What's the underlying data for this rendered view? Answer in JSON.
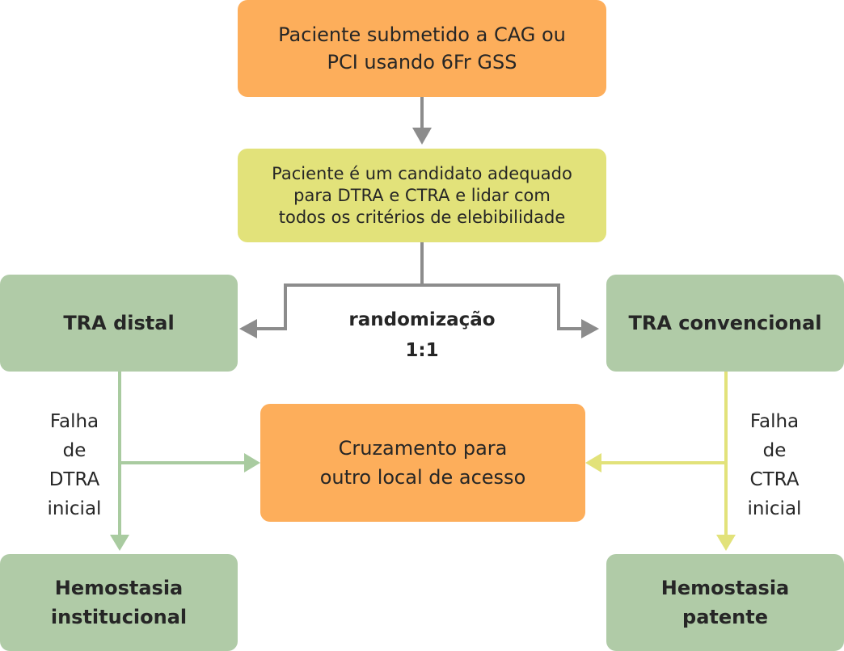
{
  "nodes": {
    "patient_procedure": "Paciente submetido a CAG ou\nPCI usando 6Fr GSS",
    "eligibility": "Paciente é um candidato adequado\npara DTRA e CTRA e lidar com\ntodos os critérios de elebibilidade",
    "distal_tra": "TRA distal",
    "conventional_tra": "TRA convencional",
    "crossover": "Cruzamento para\noutro local de acesso",
    "institutional_hemostasis": "Hemostasia\ninstitucional",
    "patent_hemostasis": "Hemostasia\npatente"
  },
  "labels": {
    "randomization": "randomização\n1:1",
    "dtra_failure": "Falha\nde\nDTRA\ninicial",
    "ctra_failure": "Falha\nde\nCTRA\ninicial"
  },
  "colors": {
    "orange": "#fdae5b",
    "yellow": "#e2e27a",
    "green": "#b0cba7",
    "gray_connector": "#8c8c8c",
    "green_connector": "#a9cba0",
    "yellow_connector": "#e2e27a"
  }
}
